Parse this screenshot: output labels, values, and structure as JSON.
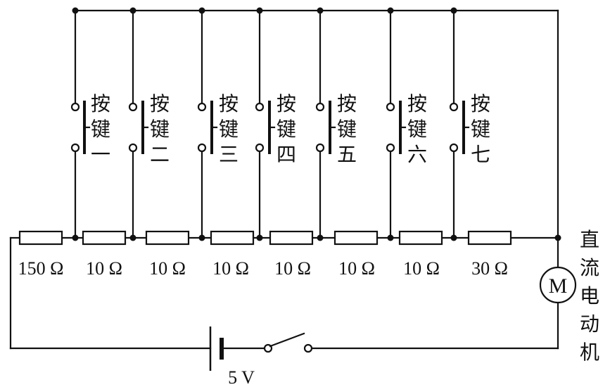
{
  "buttons": [
    {
      "line1": "按",
      "line2": "键",
      "line3": "一"
    },
    {
      "line1": "按",
      "line2": "键",
      "line3": "二"
    },
    {
      "line1": "按",
      "line2": "键",
      "line3": "三"
    },
    {
      "line1": "按",
      "line2": "键",
      "line3": "四"
    },
    {
      "line1": "按",
      "line2": "键",
      "line3": "五"
    },
    {
      "line1": "按",
      "line2": "键",
      "line3": "六"
    },
    {
      "line1": "按",
      "line2": "键",
      "line3": "七"
    }
  ],
  "resistors": [
    "150 Ω",
    "10 Ω",
    "10 Ω",
    "10 Ω",
    "10 Ω",
    "10 Ω",
    "10 Ω",
    "30 Ω"
  ],
  "motor": {
    "symbol": "M",
    "label": [
      "直",
      "流",
      "电",
      "动",
      "机"
    ]
  },
  "battery": {
    "voltage": "5 V"
  }
}
